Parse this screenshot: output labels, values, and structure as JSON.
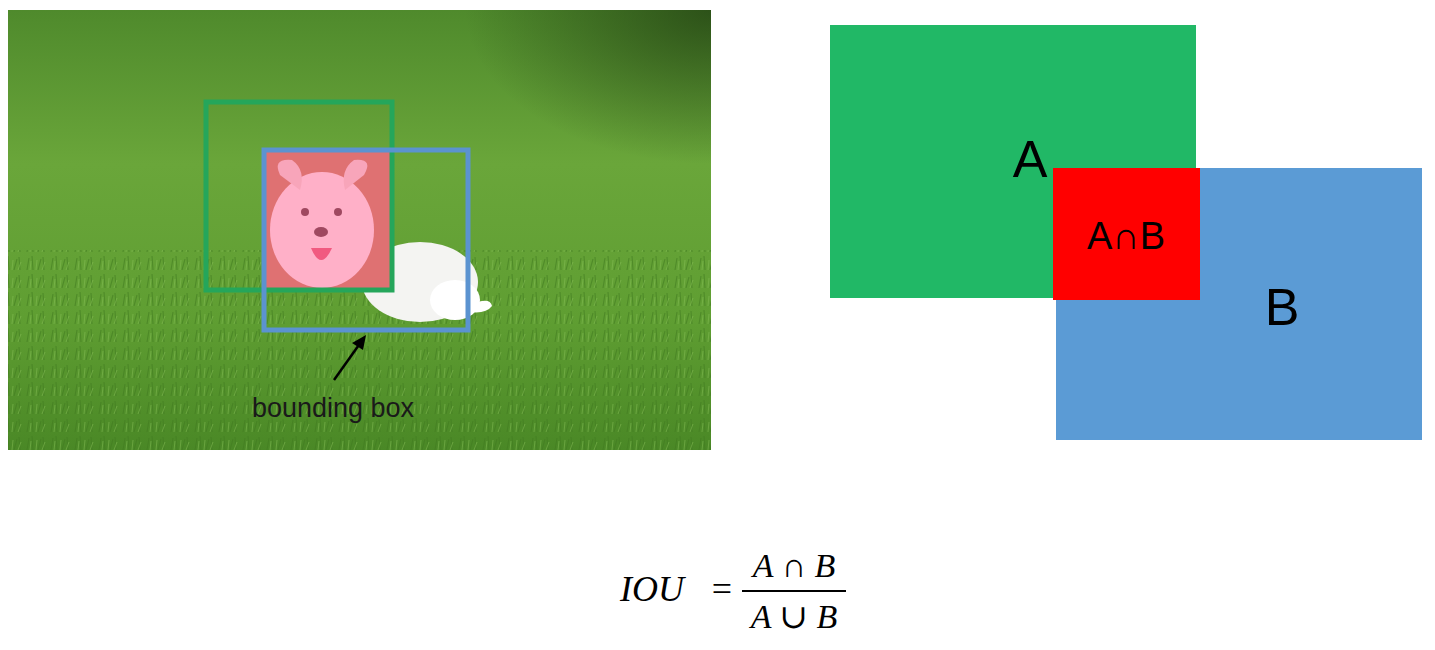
{
  "diagram": {
    "nodes": [
      {
        "text": [
          "A"
        ]
      },
      {
        "text": [
          "A∩B"
        ]
      },
      {
        "text": [
          "B"
        ]
      }
    ],
    "labels": [
      "bounding box",
      "IOU",
      "=",
      "A ∩ B",
      "A ∪ B"
    ]
  }
}
